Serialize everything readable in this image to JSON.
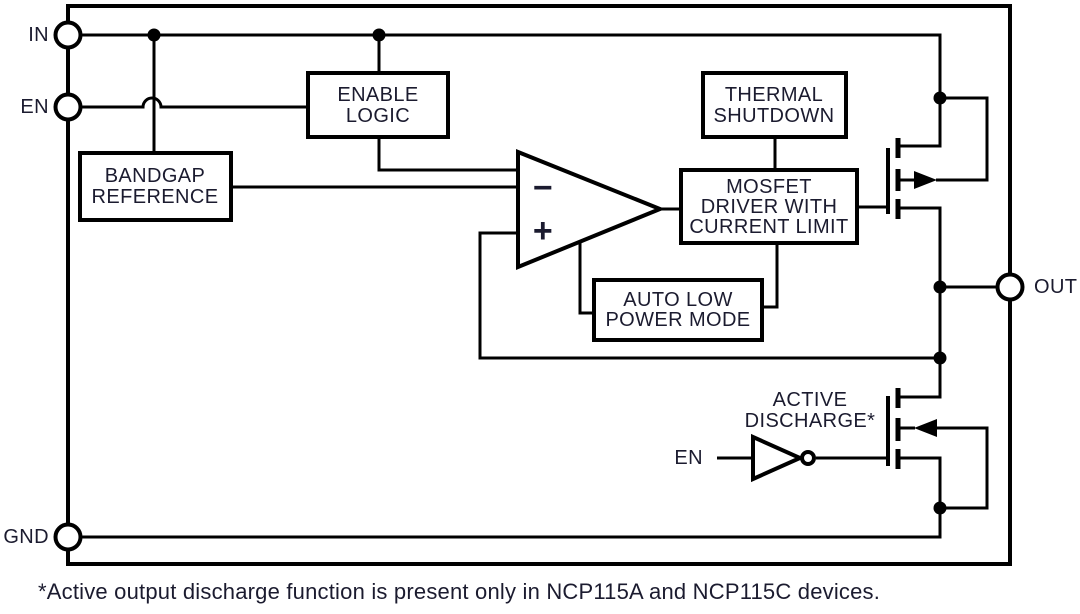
{
  "colors": {
    "line": "#000000",
    "text": "#1b1b2f",
    "background": "#ffffff"
  },
  "pins": {
    "in": "IN",
    "en": "EN",
    "gnd": "GND",
    "out": "OUT"
  },
  "blocks": {
    "enable_logic": {
      "line1": "ENABLE",
      "line2": "LOGIC"
    },
    "bandgap_reference": {
      "line1": "BANDGAP",
      "line2": "REFERENCE"
    },
    "thermal_shutdown": {
      "line1": "THERMAL",
      "line2": "SHUTDOWN"
    },
    "mosfet_driver": {
      "line1": "MOSFET",
      "line2": "DRIVER WITH",
      "line3": "CURRENT LIMIT"
    },
    "auto_low_power": {
      "line1": "AUTO LOW",
      "line2": "POWER MODE"
    }
  },
  "opamp": {
    "minus": "−",
    "plus": "+"
  },
  "active_discharge": {
    "line1": "ACTIVE",
    "line2": "DISCHARGE*",
    "en_label": "EN"
  },
  "footnote": "*Active output discharge function is present only in NCP115A and NCP115C devices."
}
